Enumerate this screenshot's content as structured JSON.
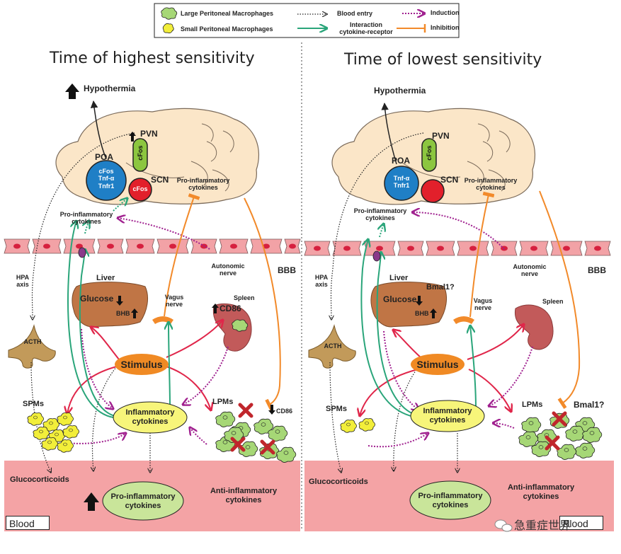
{
  "legend": {
    "large_macrophages": "Large Peritoneal Macrophages",
    "small_macrophages": "Small Peritoneal Macrophages",
    "blood_entry": "Blood entry",
    "interaction": "Interaction\ncytokine-receptor",
    "induction": "Induction",
    "inhibition": "Inhibition"
  },
  "left": {
    "title": "Time of highest sensitivity",
    "hypothermia": "Hypothermia",
    "pvn": "PVN",
    "poa": "POA",
    "poa_markers": "cFos\nTnf-α\nTnfr1",
    "cfos_pvn": "cFos",
    "cfos_scn": "cFos",
    "scn": "SCN",
    "pro_inflam_brain": "Pro-inflammatory\ncytokines",
    "pro_inflam_bbb": "Pro-inflammatory\ncytokines",
    "autonomic_nerve": "Autonomic\nnerve",
    "bbb": "BBB",
    "hpa_axis": "HPA\naxis",
    "liver": "Liver",
    "glucose": "Glucose",
    "bhb": "BHB",
    "vagus_nerve": "Vagus\nnerve",
    "spleen": "Spleen",
    "cd86_spleen": "CD86",
    "acth": "ACTH",
    "stimulus": "Stimulus",
    "spms": "SPMs",
    "lpms": "LPMs",
    "cd86_lpms": "CD86",
    "inflammatory_cytokines": "Inflammatory\ncytokines",
    "glucocorticoids": "Glucocorticoids",
    "pro_inflam_blood": "Pro-inflammatory\ncytokines",
    "anti_inflam_blood": "Anti-inflammatory\ncytokines",
    "blood": "Blood"
  },
  "right": {
    "title": "Time of lowest sensitivity",
    "hypothermia": "Hypothermia",
    "pvn": "PVN",
    "poa": "POA",
    "poa_markers": "Tnf-α\nTnfr1",
    "cfos_pvn": "cFos",
    "scn": "SCN",
    "pro_inflam_brain": "Pro-inflammatory\ncytokines",
    "pro_inflam_bbb": "Pro-inflammatory\ncytokines",
    "autonomic_nerve": "Autonomic\nnerve",
    "bbb": "BBB",
    "hpa_axis": "HPA\naxis",
    "liver": "Liver",
    "bmal_liver": "Bmal1?",
    "glucose": "Glucose",
    "bhb": "BHB",
    "vagus_nerve": "Vagus\nnerve",
    "spleen": "Spleen",
    "acth": "ACTH",
    "stimulus": "Stimulus",
    "spms": "SPMs",
    "lpms": "LPMs",
    "bmal_lpms": "Bmal1?",
    "inflammatory_cytokines": "Inflammatory\ncytokines",
    "glucocorticoids": "Glucocorticoids",
    "pro_inflam_blood": "Pro-inflammatory\ncytokines",
    "anti_inflam_blood": "Anti-inflammatory\ncytokines",
    "blood": "Blood"
  },
  "watermark": "急重症世界",
  "colors": {
    "blood": "#f4a3a5",
    "bbb_cell": "#f2a2a6",
    "nucleus": "#d6203e",
    "brain": "#fbe6c8",
    "poa": "#1f7fc6",
    "pvn_cfos": "#8cc63f",
    "scn": "#e2202b",
    "liver": "#c07545",
    "spleen": "#c25a5a",
    "acth": "#c29a5a",
    "stimulus": "#f08a24",
    "cytokines": "#f7f57a",
    "pro_blood": "#c9e59a",
    "induction": "#a0208f",
    "interaction": "#2aa57a",
    "inhibition": "#f28a2a",
    "stimulus_arrow": "#e0264a",
    "large_macrophage": "#a6d776",
    "small_macrophage": "#f2ee3a",
    "cross": "#c0262c"
  }
}
